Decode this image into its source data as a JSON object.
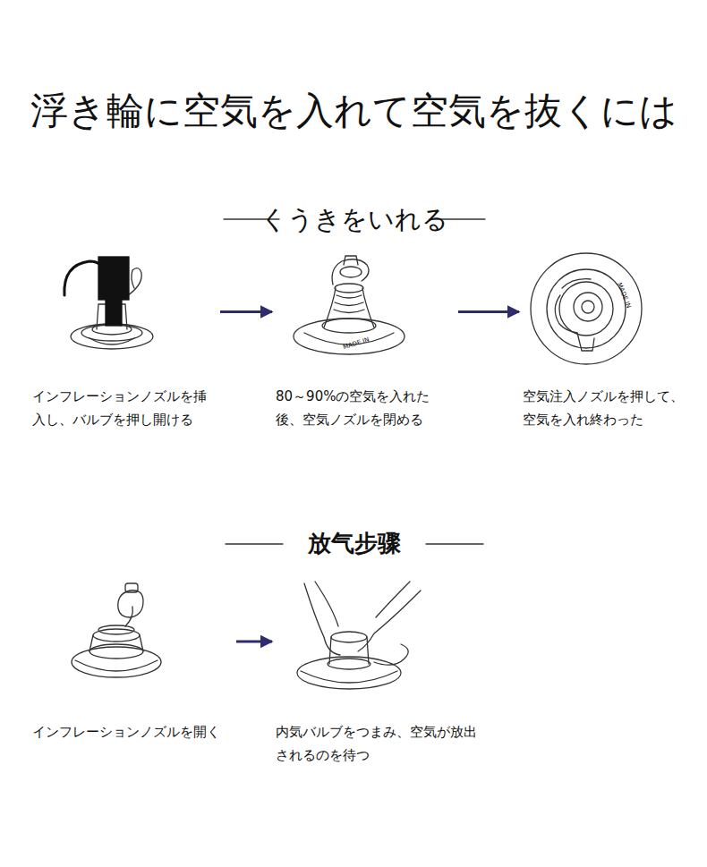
{
  "diagram": {
    "title": "浮き輪に空気を入れて空気を抜くには",
    "nodes": [
      {
        "text": [
          "インフレーションノズルを挿入し、バルブを押し開ける"
        ]
      },
      {
        "text": [
          "80～90%の空気を入れた後、空気ノズルを閉める"
        ]
      },
      {
        "text": [
          "空気注入ノズルを押して、空気を入れ終わった"
        ]
      },
      {
        "text": [
          "インフレーションノズルを開く"
        ]
      },
      {
        "text": [
          "内気バルブをつまみ、空気が放出されるのを待つ"
        ]
      }
    ],
    "edges": [
      {
        "from": 0,
        "to": 1,
        "arrow": "to"
      },
      {
        "from": 1,
        "to": 2,
        "arrow": "to"
      },
      {
        "from": 3,
        "to": 4,
        "arrow": "to"
      }
    ],
    "labels": [
      "くうきをいれる",
      "放气步骤",
      "MADE IN",
      "MADE IN"
    ]
  }
}
